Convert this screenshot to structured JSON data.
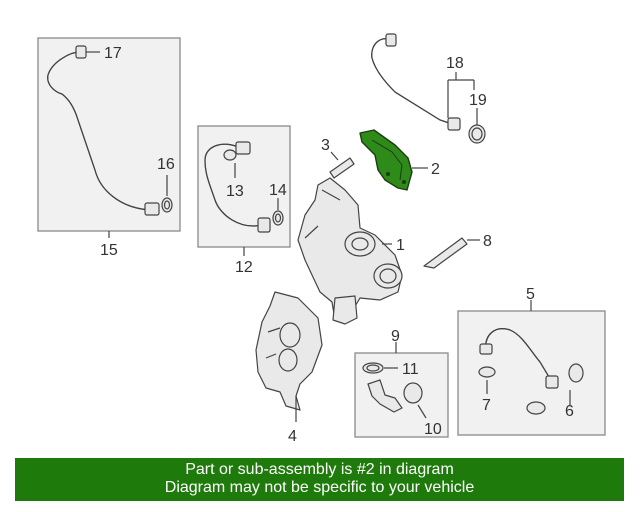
{
  "callouts": [
    "1",
    "2",
    "3",
    "4",
    "5",
    "6",
    "7",
    "8",
    "9",
    "10",
    "11",
    "12",
    "13",
    "14",
    "15",
    "16",
    "17",
    "18",
    "19"
  ],
  "highlight_color": "#1f7a0c",
  "footer": {
    "line1": "Part or sub-assembly is #2 in diagram",
    "line2": "Diagram may not be specific to your vehicle"
  }
}
